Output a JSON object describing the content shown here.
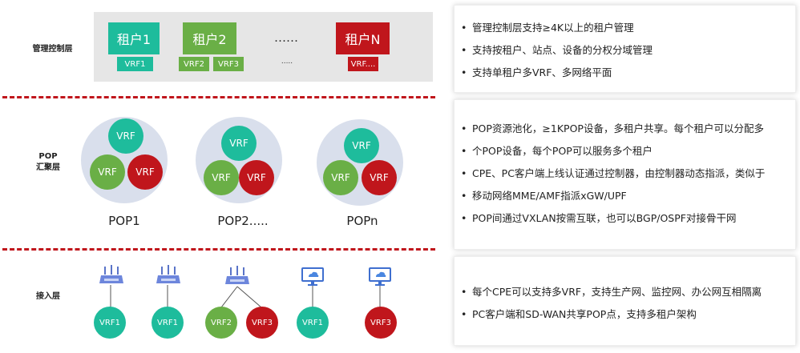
{
  "layers": {
    "management": "管理控制层",
    "pop_line1": "POP",
    "pop_line2": "汇聚层",
    "access": "接入层"
  },
  "management": {
    "tenants": [
      {
        "label": "租户1",
        "color": "#1ebc9c"
      },
      {
        "label": "租户2",
        "color": "#6aaf46"
      },
      {
        "label": "……",
        "color": ""
      },
      {
        "label": "租户N",
        "color": "#c0161c"
      }
    ],
    "vrf_tags": [
      "VRF1",
      "VRF2",
      "VRF3",
      ".....",
      "VRF...."
    ]
  },
  "pops": [
    {
      "name": "POP1",
      "vrfs": [
        "VRF",
        "VRF",
        "VRF"
      ]
    },
    {
      "name": "POP2.....",
      "vrfs": [
        "VRF",
        "VRF",
        "VRF"
      ]
    },
    {
      "name": "POPn",
      "vrfs": [
        "VRF",
        "VRF",
        "VRF"
      ]
    }
  ],
  "access": {
    "devices": [
      {
        "icon": "router-icon",
        "vrf": "VRF1"
      },
      {
        "icon": "router-icon",
        "vrf": "VRF1"
      },
      {
        "icon": "router-icon",
        "vrfs": [
          "VRF2",
          "VRF3"
        ]
      },
      {
        "icon": "monitor-icon",
        "vrf": "VRF1"
      },
      {
        "icon": "monitor-icon",
        "vrf": "VRF3"
      }
    ]
  },
  "panels": {
    "management": [
      "管理控制层支持≥4K以上的租户管理",
      "支持按租户、站点、设备的分权分域管理",
      "支持单租户多VRF、多网络平面"
    ],
    "pop": [
      "POP资源池化，≥1KPOP设备，多租户共享。每个租户可以分配多",
      "个POP设备，每个POP可以服务多个租户",
      "CPE、PC客户端上线认证通过控制器，由控制器动态指派，类似于",
      "移动网络MME/AMF指派xGW/UPF",
      "POP间通过VXLAN按需互联，也可以BGP/OSPF对接骨干网"
    ],
    "access": [
      "每个CPE可以支持多VRF，支持生产网、监控网、办公网互相隔离",
      "PC客户端和SD-WAN共享POP点，支持多租户架构"
    ]
  },
  "colors": {
    "teal": "#1ebc9c",
    "green": "#6aaf46",
    "red": "#c0161c",
    "pop_bg": "#d9dfec",
    "divider": "#c0161c"
  }
}
